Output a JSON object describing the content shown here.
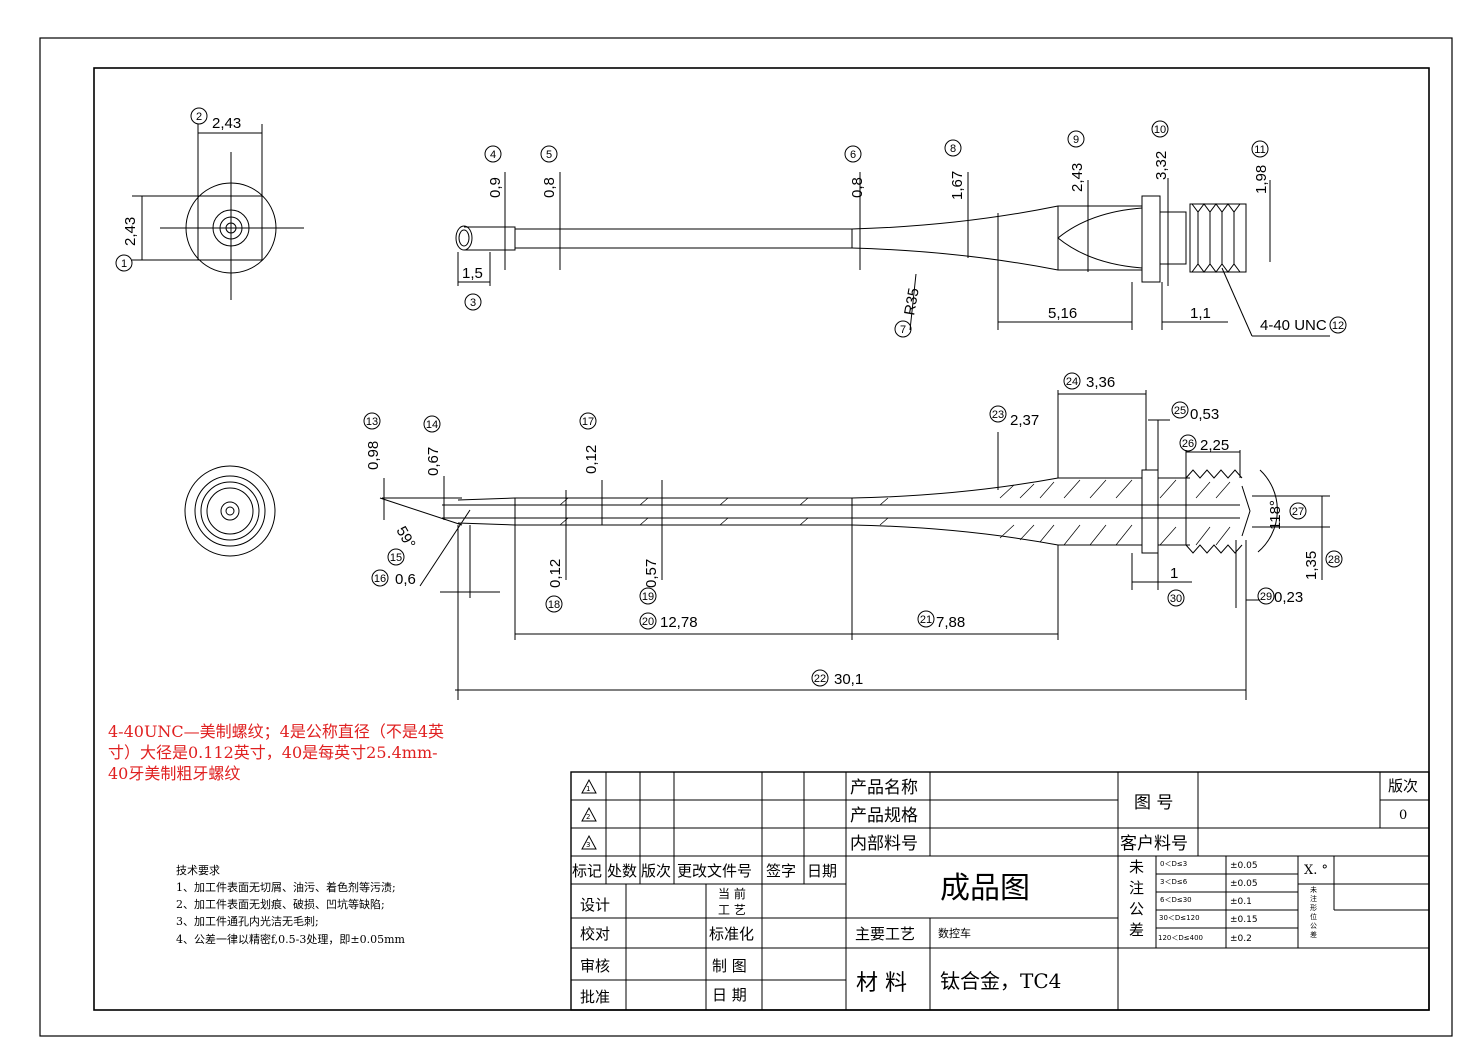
{
  "balloons": [
    "1",
    "2",
    "3",
    "4",
    "5",
    "6",
    "7",
    "8",
    "9",
    "10",
    "11",
    "12",
    "13",
    "14",
    "15",
    "16",
    "17",
    "18",
    "19",
    "20",
    "21",
    "22",
    "23",
    "24",
    "25",
    "26",
    "27",
    "28",
    "29",
    "30"
  ],
  "dims": {
    "d2": "2,43",
    "d1": "2,43",
    "d3": "1,5",
    "d4": "0,9",
    "d5": "0,8",
    "d6": "0,8",
    "d7": "R35",
    "d8": "1,67",
    "d9": "2,43",
    "d10": "3,32",
    "d11": "1,98",
    "d516": "5,16",
    "d11b": "1,1",
    "d12": "4-40 UNC",
    "d13": "0,98",
    "d14": "0,67",
    "d15": "59°",
    "d16": "0,6",
    "d17": "0,12",
    "d18": "0,12",
    "d19": "0,57",
    "d20": "12,78",
    "d21": "7,88",
    "d22": "30,1",
    "d23": "2,37",
    "d24": "3,36",
    "d25": "0,53",
    "d26": "2,25",
    "d27": "118°",
    "d28": "1,35",
    "d29": "0,23",
    "d30": "1"
  },
  "note": {
    "line1": "4-40UNC—美制螺纹；4是公称直径（不是4英",
    "line2": "寸）大径是0.112英寸，40是每英寸25.4mm-",
    "line3": "40牙美制粗牙螺纹"
  },
  "requirements": {
    "title": "技术要求",
    "items": [
      "1、加工件表面无切屑、油污、着色剂等污渍;",
      "2、加工件表面无划痕、破损、凹坑等缺陷;",
      "3、加工件通孔内光洁无毛刺;",
      "4、公差一律以精密f,0.5-3处理，即±0.05mm"
    ]
  },
  "title_block": {
    "rev_marks": [
      "1",
      "2",
      "3"
    ],
    "headers": [
      "标记",
      "处数",
      "版次",
      "更改文件号",
      "签字",
      "日期"
    ],
    "design": "设计",
    "check": "校对",
    "review": "审核",
    "approve": "批准",
    "current_process_1": "当 前",
    "current_process_2": "工 艺",
    "standardize": "标准化",
    "drawing": "制 图",
    "date": "日 期",
    "product_name": "产品名称",
    "product_spec": "产品规格",
    "internal_part": "内部料号",
    "drawing_title": "成品图",
    "main_process": "主要工艺",
    "process_value": "数控车",
    "material_label": "材 料",
    "material_value": "钛合金，TC4",
    "drawing_no": "图 号",
    "customer_part": "客户料号",
    "version_label": "版次",
    "version_value": "0",
    "untol_label": [
      "未",
      "注",
      "公",
      "差"
    ],
    "tol_ranges": [
      "0＜D≤3",
      "3＜D≤6",
      "6＜D≤30",
      "30＜D≤120",
      "120＜D≤400"
    ],
    "tol_values": [
      "±0.05",
      "±0.05",
      "±0.1",
      "±0.15",
      "±0.2"
    ],
    "xdeg": "X. °",
    "geo_tol_label": [
      "未",
      "注",
      "形",
      "位",
      "公",
      "差"
    ]
  }
}
